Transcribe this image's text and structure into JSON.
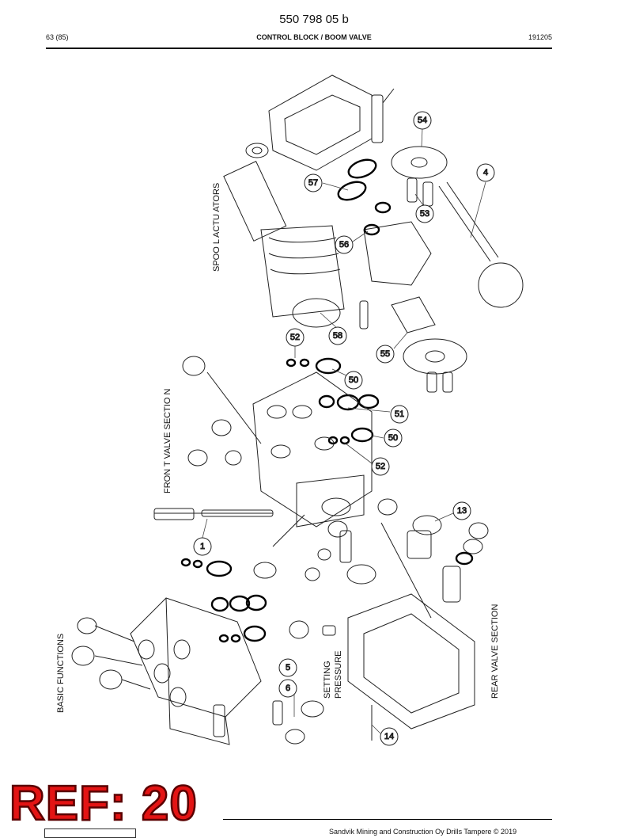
{
  "header": {
    "doc_number": "550 798 05 b",
    "page": "63 (85)",
    "title": "CONTROL BLOCK / BOOM VALVE",
    "date": "191205"
  },
  "section_labels": {
    "spool_actuators": "SPOO L ACTU ATORS",
    "front_valve_section": "FRON T VALVE SECTIO N",
    "basic_functions": "BASIC FUNCTIONS",
    "rear_valve_section": "REAR VALVE SECTION",
    "setting": "SETTING",
    "pressure": "PRESSURE"
  },
  "callouts": [
    "54",
    "4",
    "57",
    "53",
    "56",
    "58",
    "52",
    "55",
    "50",
    "51",
    "50",
    "52",
    "13",
    "1",
    "5",
    "6",
    "14"
  ],
  "footer": {
    "ref_stamp": "REF: 20",
    "copyright": "Sandvik Mining and Construction Oy Drills Tampere © 2019"
  }
}
